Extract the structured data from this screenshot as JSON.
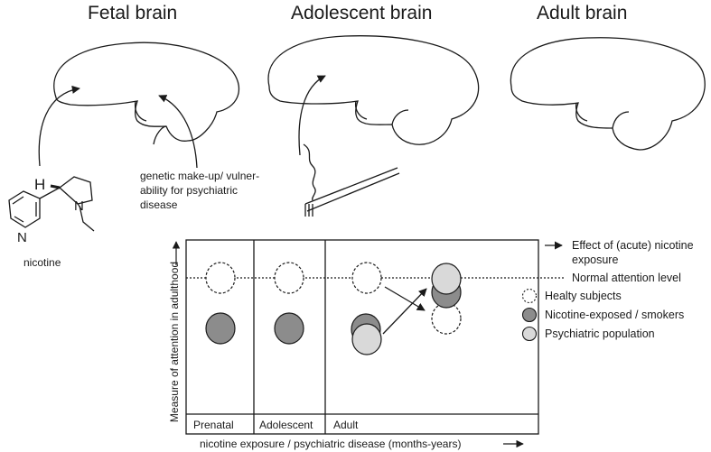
{
  "brains": {
    "fetal": "Fetal brain",
    "adolescent": "Adolescent brain",
    "adult": "Adult brain"
  },
  "labels": {
    "nicotine": "nicotine",
    "genetic_line1": "genetic make-up/ vulner-",
    "genetic_line2": "ability for psychiatric",
    "genetic_line3": "disease",
    "molecule_h": "H",
    "molecule_n_ring": "N",
    "molecule_n_pyr": "N"
  },
  "chart": {
    "y_axis_label": "Measure of attention in adulthood",
    "x_axis_label": "nicotine exposure / psychiatric disease (months-years)",
    "periods": [
      "Prenatal",
      "Adolescent",
      "Adult"
    ]
  },
  "legend": {
    "effect_line1": "Effect of (acute) nicotine",
    "effect_line2": "exposure",
    "normal": "Normal attention level",
    "healthy": "Healty subjects",
    "smokers": "Nicotine-exposed / smokers",
    "psychiatric": "Psychiatric population"
  },
  "colors": {
    "smokers": "#8c8c8c",
    "psychiatric": "#d9d9d9",
    "line": "#1a1a1a"
  }
}
